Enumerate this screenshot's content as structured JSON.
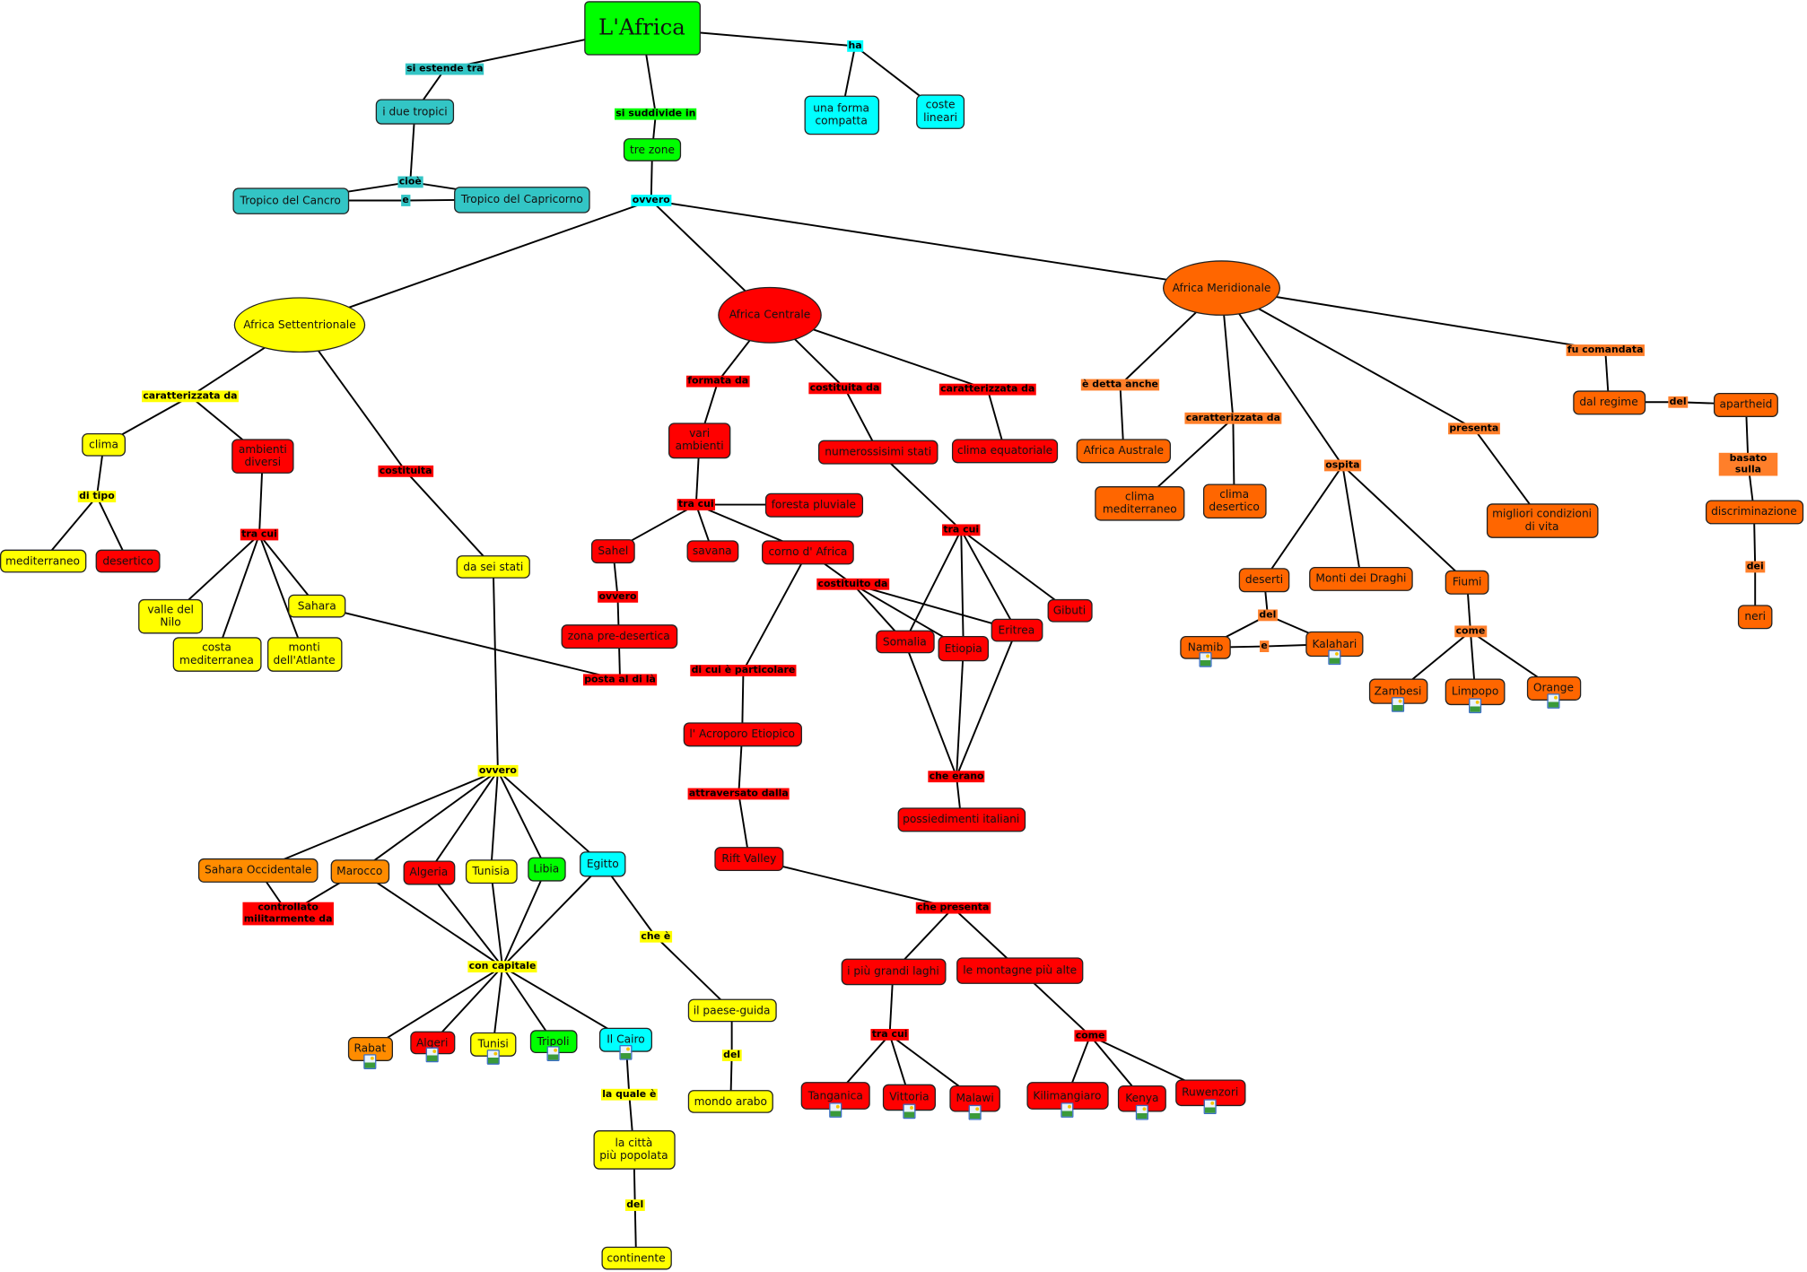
{
  "title": "L'Africa",
  "palette": {
    "green": "#00ff00",
    "teal": "#33c5c5",
    "cyan": "#00ffff",
    "yellow": "#ffff00",
    "red": "#ff0000",
    "orange": "#ff6600",
    "light_orange": "#ff8c00",
    "phrase_orange": "#ff7f2a"
  },
  "concepts": [
    {
      "id": "africa",
      "text": "L'Africa",
      "color": "#00ff00"
    },
    {
      "id": "due_tropici",
      "text": "i due tropici",
      "color": "#33c5c5"
    },
    {
      "id": "cancro",
      "text": "Tropico del Cancro",
      "color": "#33c5c5"
    },
    {
      "id": "capricorno",
      "text": "Tropico del Capricorno",
      "color": "#33c5c5"
    },
    {
      "id": "tre_zone",
      "text": "tre zone",
      "color": "#00ff00"
    },
    {
      "id": "forma",
      "text": "una forma\ncompatta",
      "color": "#00ffff"
    },
    {
      "id": "coste",
      "text": "coste\nlineari",
      "color": "#00ffff"
    },
    {
      "id": "settentrionale",
      "text": "Africa Settentrionale",
      "color": "#ffff00"
    },
    {
      "id": "centrale",
      "text": "Africa Centrale",
      "color": "#ff0000"
    },
    {
      "id": "meridionale",
      "text": "Africa Meridionale",
      "color": "#ff6600"
    },
    {
      "id": "clima",
      "text": "clima",
      "color": "#ffff00"
    },
    {
      "id": "ambienti",
      "text": "ambienti\ndiversi",
      "color": "#ff0000"
    },
    {
      "id": "mediterraneo",
      "text": "mediterraneo",
      "color": "#ffff00"
    },
    {
      "id": "desertico",
      "text": "desertico",
      "color": "#ff0000"
    },
    {
      "id": "valle",
      "text": "valle del\nNilo",
      "color": "#ffff00"
    },
    {
      "id": "costa",
      "text": "costa\nmediterranea",
      "color": "#ffff00"
    },
    {
      "id": "monti_atlante",
      "text": "monti\ndell'Atlante",
      "color": "#ffff00"
    },
    {
      "id": "sahara",
      "text": "Sahara",
      "color": "#ffff00"
    },
    {
      "id": "sei_stati",
      "text": "da sei stati",
      "color": "#ffff00"
    },
    {
      "id": "vari",
      "text": "vari\nambienti",
      "color": "#ff0000"
    },
    {
      "id": "numerosissimi",
      "text": "numerossisimi stati",
      "color": "#ff0000"
    },
    {
      "id": "clima_eq",
      "text": "clima equatoriale",
      "color": "#ff0000"
    },
    {
      "id": "foresta",
      "text": "foresta pluviale",
      "color": "#ff0000"
    },
    {
      "id": "sahel",
      "text": "Sahel",
      "color": "#ff0000"
    },
    {
      "id": "savana",
      "text": "savana",
      "color": "#ff0000"
    },
    {
      "id": "corno",
      "text": "corno d' Africa",
      "color": "#ff0000"
    },
    {
      "id": "zona",
      "text": "zona pre-desertica",
      "color": "#ff0000"
    },
    {
      "id": "somalia",
      "text": "Somalia",
      "color": "#ff0000"
    },
    {
      "id": "etiopia",
      "text": "Etiopia",
      "color": "#ff0000"
    },
    {
      "id": "eritrea",
      "text": "Eritrea",
      "color": "#ff0000"
    },
    {
      "id": "gibuti",
      "text": "Gibuti",
      "color": "#ff0000"
    },
    {
      "id": "acroporo",
      "text": "l' Acroporo Etiopico",
      "color": "#ff0000"
    },
    {
      "id": "possedimenti",
      "text": "possiedimenti italiani",
      "color": "#ff0000"
    },
    {
      "id": "rift",
      "text": "Rift Valley",
      "color": "#ff0000"
    },
    {
      "id": "laghi",
      "text": "i più grandi laghi",
      "color": "#ff0000"
    },
    {
      "id": "montagne",
      "text": "le montagne più alte",
      "color": "#ff0000"
    },
    {
      "id": "tanganica",
      "text": "Tanganica",
      "color": "#ff0000",
      "has_image": true
    },
    {
      "id": "vittoria",
      "text": "Vittoria",
      "color": "#ff0000",
      "has_image": true
    },
    {
      "id": "malawi",
      "text": "Malawi",
      "color": "#ff0000",
      "has_image": true
    },
    {
      "id": "kilimangiaro",
      "text": "Kilimangiaro",
      "color": "#ff0000",
      "has_image": true
    },
    {
      "id": "kenya",
      "text": "Kenya",
      "color": "#ff0000",
      "has_image": true
    },
    {
      "id": "ruwenzori",
      "text": "Ruwenzori",
      "color": "#ff0000",
      "has_image": true
    },
    {
      "id": "sahara_occ",
      "text": "Sahara Occidentale",
      "color": "#ff8c00"
    },
    {
      "id": "marocco",
      "text": "Marocco",
      "color": "#ff8c00"
    },
    {
      "id": "algeria",
      "text": "Algeria",
      "color": "#ff0000"
    },
    {
      "id": "tunisia",
      "text": "Tunisia",
      "color": "#ffff00"
    },
    {
      "id": "libia",
      "text": "Libia",
      "color": "#00ff00"
    },
    {
      "id": "egitto",
      "text": "Egitto",
      "color": "#00ffff"
    },
    {
      "id": "rabat",
      "text": "Rabat",
      "color": "#ff8c00",
      "has_image": true
    },
    {
      "id": "algeri",
      "text": "Algeri",
      "color": "#ff0000",
      "has_image": true
    },
    {
      "id": "tunisi",
      "text": "Tunisi",
      "color": "#ffff00",
      "has_image": true
    },
    {
      "id": "tripoli",
      "text": "Tripoli",
      "color": "#00ff00",
      "has_image": true
    },
    {
      "id": "cairo",
      "text": "Il Cairo",
      "color": "#00ffff",
      "has_image": true
    },
    {
      "id": "paese_guida",
      "text": "il paese-guida",
      "color": "#ffff00"
    },
    {
      "id": "mondo_arabo",
      "text": "mondo arabo",
      "color": "#ffff00"
    },
    {
      "id": "citta",
      "text": "la città\npiù popolata",
      "color": "#ffff00"
    },
    {
      "id": "continente",
      "text": "continente",
      "color": "#ffff00"
    },
    {
      "id": "australe",
      "text": "Africa Australe",
      "color": "#ff6600"
    },
    {
      "id": "clima_med2",
      "text": "clima\nmediterraneo",
      "color": "#ff6600"
    },
    {
      "id": "clima_des2",
      "text": "clima\ndesertico",
      "color": "#ff6600"
    },
    {
      "id": "deserti",
      "text": "deserti",
      "color": "#ff6600"
    },
    {
      "id": "draghi",
      "text": "Monti dei Draghi",
      "color": "#ff6600"
    },
    {
      "id": "fiumi",
      "text": "Fiumi",
      "color": "#ff6600"
    },
    {
      "id": "namib",
      "text": "Namib",
      "color": "#ff6600",
      "has_image": true
    },
    {
      "id": "kalahari",
      "text": "Kalahari",
      "color": "#ff6600",
      "has_image": true
    },
    {
      "id": "zambesi",
      "text": "Zambesi",
      "color": "#ff6600",
      "has_image": true
    },
    {
      "id": "limpopo",
      "text": "Limpopo",
      "color": "#ff6600",
      "has_image": true
    },
    {
      "id": "orange",
      "text": "Orange",
      "color": "#ff6600",
      "has_image": true
    },
    {
      "id": "migliori",
      "text": "migliori condizioni\ndi vita",
      "color": "#ff6600"
    },
    {
      "id": "regime",
      "text": "dal regime",
      "color": "#ff6600"
    },
    {
      "id": "apartheid",
      "text": "apartheid",
      "color": "#ff6600"
    },
    {
      "id": "discriminazione",
      "text": "discriminazione",
      "color": "#ff6600"
    },
    {
      "id": "neri",
      "text": "neri",
      "color": "#ff6600"
    }
  ],
  "linking_phrases": [
    {
      "id": "estende",
      "text": "si estende tra",
      "color": "#33c5c5"
    },
    {
      "id": "ha",
      "text": "ha",
      "color": "#00ffff"
    },
    {
      "id": "suddivide",
      "text": "si suddivide in",
      "color": "#00ff00"
    },
    {
      "id": "cioe",
      "text": "cioè",
      "color": "#33c5c5"
    },
    {
      "id": "e1",
      "text": "e",
      "color": "#33c5c5"
    },
    {
      "id": "ovvero1",
      "text": "ovvero",
      "color": "#00ffff"
    },
    {
      "id": "caratt_y",
      "text": "caratterizzata da",
      "color": "#ffff00"
    },
    {
      "id": "di_tipo",
      "text": "di tipo",
      "color": "#ffff00"
    },
    {
      "id": "costituita",
      "text": "costituita",
      "color": "#ff0000"
    },
    {
      "id": "tracui1",
      "text": "tra cui",
      "color": "#ff0000"
    },
    {
      "id": "formata",
      "text": "formata da",
      "color": "#ff0000"
    },
    {
      "id": "costituita_da",
      "text": "costituita da",
      "color": "#ff0000"
    },
    {
      "id": "caratt_r",
      "text": "caratterizzata da",
      "color": "#ff0000"
    },
    {
      "id": "detta",
      "text": "è detta anche",
      "color": "#ff7f2a"
    },
    {
      "id": "caratt_o",
      "text": "caratterizzata da",
      "color": "#ff7f2a"
    },
    {
      "id": "ospita",
      "text": "ospita",
      "color": "#ff7f2a"
    },
    {
      "id": "presenta",
      "text": "presenta",
      "color": "#ff7f2a"
    },
    {
      "id": "comandata",
      "text": "fu comandata",
      "color": "#ff7f2a"
    },
    {
      "id": "del4",
      "text": "del",
      "color": "#ff7f2a"
    },
    {
      "id": "basato",
      "text": "basato sulla",
      "color": "#ff7f2a"
    },
    {
      "id": "dei",
      "text": "dei",
      "color": "#ff7f2a"
    },
    {
      "id": "tracui2",
      "text": "tra cui",
      "color": "#ff0000"
    },
    {
      "id": "ovvero_r",
      "text": "ovvero",
      "color": "#ff0000"
    },
    {
      "id": "posta",
      "text": "posta al di là",
      "color": "#ff0000"
    },
    {
      "id": "costituito",
      "text": "costituito da",
      "color": "#ff0000"
    },
    {
      "id": "tracui3",
      "text": "tra cui",
      "color": "#ff0000"
    },
    {
      "id": "di_cui",
      "text": "di cui è particolare",
      "color": "#ff0000"
    },
    {
      "id": "attraversato",
      "text": "attraversato dalla",
      "color": "#ff0000"
    },
    {
      "id": "che_erano",
      "text": "che erano",
      "color": "#ff0000"
    },
    {
      "id": "che_presenta",
      "text": "che presenta",
      "color": "#ff0000"
    },
    {
      "id": "tracui4",
      "text": "tra cui",
      "color": "#ff0000"
    },
    {
      "id": "come1",
      "text": "come",
      "color": "#ff0000"
    },
    {
      "id": "ovvero_y",
      "text": "ovvero",
      "color": "#ffff00"
    },
    {
      "id": "controllato",
      "text": "controllato\nmilitarmente da",
      "color": "#ff0000"
    },
    {
      "id": "capitale",
      "text": "con capitale",
      "color": "#ffff00"
    },
    {
      "id": "che_e",
      "text": "che è",
      "color": "#ffff00"
    },
    {
      "id": "del1",
      "text": "del",
      "color": "#ffff00"
    },
    {
      "id": "la_quale",
      "text": "la quale è",
      "color": "#ffff00"
    },
    {
      "id": "del2",
      "text": "del",
      "color": "#ffff00"
    },
    {
      "id": "del3",
      "text": "del",
      "color": "#ff7f2a"
    },
    {
      "id": "e2",
      "text": "e",
      "color": "#ff7f2a"
    },
    {
      "id": "come2",
      "text": "come",
      "color": "#ff7f2a"
    }
  ],
  "connections": [
    [
      "africa",
      "estende"
    ],
    [
      "estende",
      "due_tropici"
    ],
    [
      "due_tropici",
      "cioe"
    ],
    [
      "cioe",
      "cancro"
    ],
    [
      "cioe",
      "capricorno"
    ],
    [
      "cancro",
      "e1"
    ],
    [
      "e1",
      "capricorno"
    ],
    [
      "africa",
      "suddivide"
    ],
    [
      "suddivide",
      "tre_zone"
    ],
    [
      "tre_zone",
      "ovvero1"
    ],
    [
      "ovvero1",
      "settentrionale"
    ],
    [
      "ovvero1",
      "centrale"
    ],
    [
      "ovvero1",
      "meridionale"
    ],
    [
      "africa",
      "ha"
    ],
    [
      "ha",
      "forma"
    ],
    [
      "ha",
      "coste"
    ],
    [
      "settentrionale",
      "caratt_y"
    ],
    [
      "caratt_y",
      "clima"
    ],
    [
      "caratt_y",
      "ambienti"
    ],
    [
      "clima",
      "di_tipo"
    ],
    [
      "di_tipo",
      "mediterraneo"
    ],
    [
      "di_tipo",
      "desertico"
    ],
    [
      "ambienti",
      "tracui1"
    ],
    [
      "tracui1",
      "valle"
    ],
    [
      "tracui1",
      "costa"
    ],
    [
      "tracui1",
      "monti_atlante"
    ],
    [
      "tracui1",
      "sahara"
    ],
    [
      "sahara",
      "posta"
    ],
    [
      "settentrionale",
      "costituita"
    ],
    [
      "costituita",
      "sei_stati"
    ],
    [
      "sei_stati",
      "ovvero_y"
    ],
    [
      "ovvero_y",
      "sahara_occ"
    ],
    [
      "ovvero_y",
      "marocco"
    ],
    [
      "ovvero_y",
      "algeria"
    ],
    [
      "ovvero_y",
      "tunisia"
    ],
    [
      "ovvero_y",
      "libia"
    ],
    [
      "ovvero_y",
      "egitto"
    ],
    [
      "sahara_occ",
      "controllato"
    ],
    [
      "controllato",
      "marocco"
    ],
    [
      "marocco",
      "capitale"
    ],
    [
      "algeria",
      "capitale"
    ],
    [
      "tunisia",
      "capitale"
    ],
    [
      "libia",
      "capitale"
    ],
    [
      "egitto",
      "capitale"
    ],
    [
      "capitale",
      "rabat"
    ],
    [
      "capitale",
      "algeri"
    ],
    [
      "capitale",
      "tunisi"
    ],
    [
      "capitale",
      "tripoli"
    ],
    [
      "capitale",
      "cairo"
    ],
    [
      "egitto",
      "che_e"
    ],
    [
      "che_e",
      "paese_guida"
    ],
    [
      "paese_guida",
      "del1"
    ],
    [
      "del1",
      "mondo_arabo"
    ],
    [
      "cairo",
      "la_quale"
    ],
    [
      "la_quale",
      "citta"
    ],
    [
      "citta",
      "del2"
    ],
    [
      "del2",
      "continente"
    ],
    [
      "centrale",
      "formata"
    ],
    [
      "formata",
      "vari"
    ],
    [
      "vari",
      "tracui2"
    ],
    [
      "tracui2",
      "foresta"
    ],
    [
      "tracui2",
      "sahel"
    ],
    [
      "tracui2",
      "savana"
    ],
    [
      "tracui2",
      "corno"
    ],
    [
      "sahel",
      "ovvero_r"
    ],
    [
      "ovvero_r",
      "zona"
    ],
    [
      "zona",
      "posta"
    ],
    [
      "centrale",
      "costituita_da"
    ],
    [
      "costituita_da",
      "numerosissimi"
    ],
    [
      "numerosissimi",
      "tracui3"
    ],
    [
      "tracui3",
      "somalia"
    ],
    [
      "tracui3",
      "etiopia"
    ],
    [
      "tracui3",
      "eritrea"
    ],
    [
      "tracui3",
      "gibuti"
    ],
    [
      "corno",
      "costituito"
    ],
    [
      "costituito",
      "somalia"
    ],
    [
      "costituito",
      "etiopia"
    ],
    [
      "costituito",
      "eritrea"
    ],
    [
      "somalia",
      "che_erano"
    ],
    [
      "etiopia",
      "che_erano"
    ],
    [
      "eritrea",
      "che_erano"
    ],
    [
      "che_erano",
      "possedimenti"
    ],
    [
      "corno",
      "di_cui"
    ],
    [
      "di_cui",
      "acroporo"
    ],
    [
      "acroporo",
      "attraversato"
    ],
    [
      "attraversato",
      "rift"
    ],
    [
      "rift",
      "che_presenta"
    ],
    [
      "che_presenta",
      "laghi"
    ],
    [
      "che_presenta",
      "montagne"
    ],
    [
      "laghi",
      "tracui4"
    ],
    [
      "tracui4",
      "tanganica"
    ],
    [
      "tracui4",
      "vittoria"
    ],
    [
      "tracui4",
      "malawi"
    ],
    [
      "montagne",
      "come1"
    ],
    [
      "come1",
      "kilimangiaro"
    ],
    [
      "come1",
      "kenya"
    ],
    [
      "come1",
      "ruwenzori"
    ],
    [
      "centrale",
      "caratt_r"
    ],
    [
      "caratt_r",
      "clima_eq"
    ],
    [
      "meridionale",
      "detta"
    ],
    [
      "detta",
      "australe"
    ],
    [
      "meridionale",
      "caratt_o"
    ],
    [
      "caratt_o",
      "clima_med2"
    ],
    [
      "caratt_o",
      "clima_des2"
    ],
    [
      "meridionale",
      "ospita"
    ],
    [
      "ospita",
      "deserti"
    ],
    [
      "ospita",
      "draghi"
    ],
    [
      "ospita",
      "fiumi"
    ],
    [
      "deserti",
      "del3"
    ],
    [
      "del3",
      "namib"
    ],
    [
      "del3",
      "kalahari"
    ],
    [
      "namib",
      "e2"
    ],
    [
      "e2",
      "kalahari"
    ],
    [
      "fiumi",
      "come2"
    ],
    [
      "come2",
      "zambesi"
    ],
    [
      "come2",
      "limpopo"
    ],
    [
      "come2",
      "orange"
    ],
    [
      "meridionale",
      "presenta"
    ],
    [
      "presenta",
      "migliori"
    ],
    [
      "meridionale",
      "comandata"
    ],
    [
      "comandata",
      "regime"
    ],
    [
      "regime",
      "del4"
    ],
    [
      "del4",
      "apartheid"
    ],
    [
      "apartheid",
      "basato"
    ],
    [
      "basato",
      "discriminazione"
    ],
    [
      "discriminazione",
      "dei"
    ],
    [
      "dei",
      "neri"
    ]
  ]
}
